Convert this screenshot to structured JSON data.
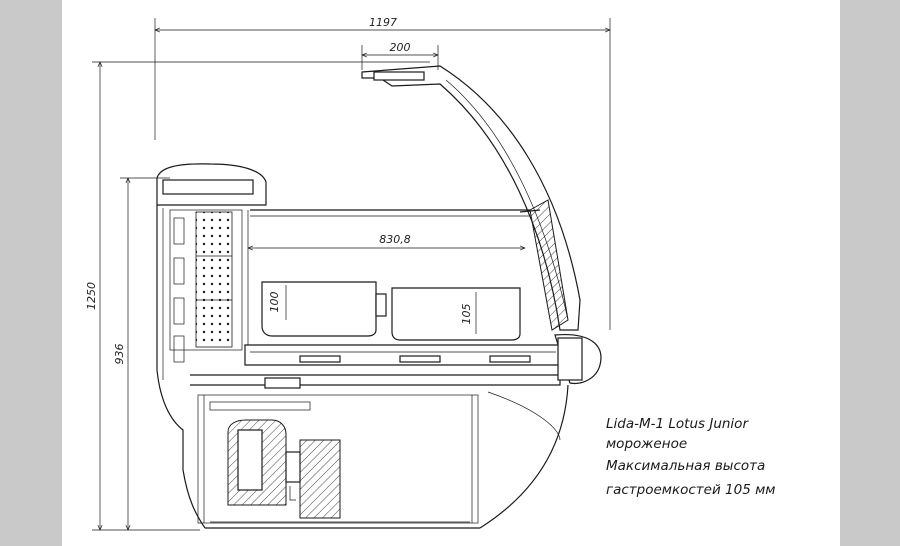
{
  "dimensions": {
    "overall_width": "1197",
    "canopy_width": "200",
    "overall_height": "1250",
    "body_height": "936",
    "inner_depth": "830,8",
    "tray_left_height": "100",
    "tray_right_height": "105"
  },
  "caption": {
    "line1": "Lida-M-1 Lotus Junior",
    "line2": "мороженое",
    "line3": "Максимальная высота",
    "line4": "гастроемкостей 105 мм"
  },
  "colors": {
    "margin": "#c9c9c9",
    "drawing_bg": "#ffffff",
    "line": "#1a1a1a"
  }
}
